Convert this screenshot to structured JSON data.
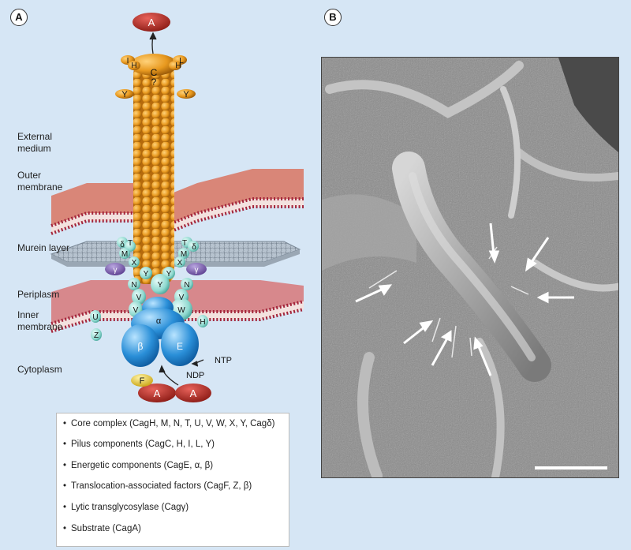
{
  "panels": {
    "a": "A",
    "b": "B"
  },
  "layers": {
    "external": "External\nmedium",
    "outer": "Outer\nmembrane",
    "murein": "Murein layer",
    "periplasm": "Periplasm",
    "inner": "Inner\nmembrane",
    "cytoplasm": "Cytoplasm"
  },
  "components": {
    "a_top": "A",
    "a_bottom1": "A",
    "a_bottom2": "A",
    "f": "F",
    "c": "C",
    "q": "?",
    "i": "I",
    "h": "H",
    "l": "L",
    "y": "Y",
    "t": "T",
    "delta": "δ",
    "m": "M",
    "x": "X",
    "gamma": "γ",
    "n": "N",
    "v": "V",
    "w": "W",
    "u": "U",
    "z": "Z",
    "alpha": "α",
    "beta": "β",
    "e": "E",
    "ntp": "NTP",
    "ndp": "NDP"
  },
  "legend": [
    "Core complex (CagH, M, N, T, U, V, W, X, Y, Cagδ)",
    "Pilus components (CagC, H, I, L, Y)",
    "Energetic components (CagE, α, β)",
    "Translocation-associated factors (CagF, Z, β)",
    "Lytic transglycosylase (Cagγ)",
    "Substrate (CagA)"
  ],
  "colors": {
    "background": "#d6e6f5",
    "pilus": "#e8991f",
    "membrane": "#d98678",
    "core": "#8fd9cf",
    "energetic": "#2a8fd8",
    "substrate": "#b02a22",
    "lytic": "#7a5aa8",
    "translocation": "#e8c830"
  }
}
